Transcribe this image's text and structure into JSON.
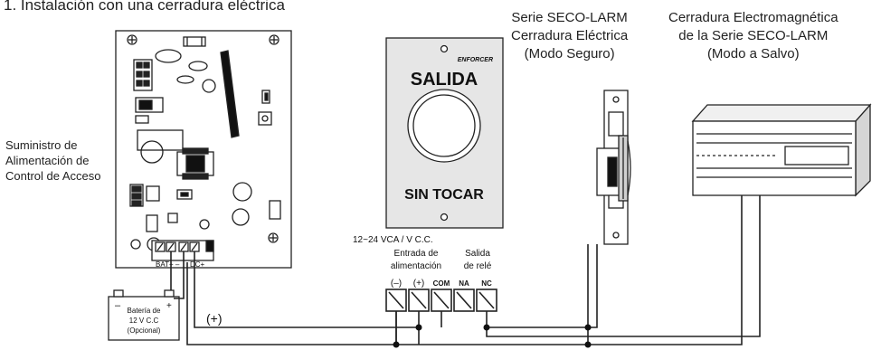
{
  "heading": "1.  Instalación con una cerradura eléctrica",
  "power_supply": {
    "label_lines": [
      "Suministro de",
      "Alimentación de",
      "Control de Acceso"
    ],
    "bat_terminal": "BAT+ –",
    "dc_terminal": "DC+"
  },
  "battery": {
    "minus": "–",
    "plus": "+",
    "label_lines": [
      "Batería de",
      "12 V C.C",
      "(Opcional)"
    ]
  },
  "plus_marker": "(+)",
  "exit_button": {
    "brand": "ENFORCER",
    "top_text": "SALIDA",
    "bottom_text": "SIN TOCAR"
  },
  "strike": {
    "label_lines": [
      "Serie SECO-LARM",
      "Cerradura Eléctrica",
      "(Modo Seguro)"
    ]
  },
  "maglock": {
    "label_lines": [
      "Cerradura Electromagnética",
      "de la Serie SECO-LARM",
      "(Modo a Salvo)"
    ]
  },
  "terminal_block": {
    "power_rating": "12~24 VCA / V C.C.",
    "power_input_label": [
      "Entrada de",
      "alimentación"
    ],
    "relay_output_label": [
      "Salida",
      "de relé"
    ],
    "minus": "(–)",
    "plus": "(+)",
    "com": "COM",
    "na": "NA",
    "nc": "NC"
  }
}
